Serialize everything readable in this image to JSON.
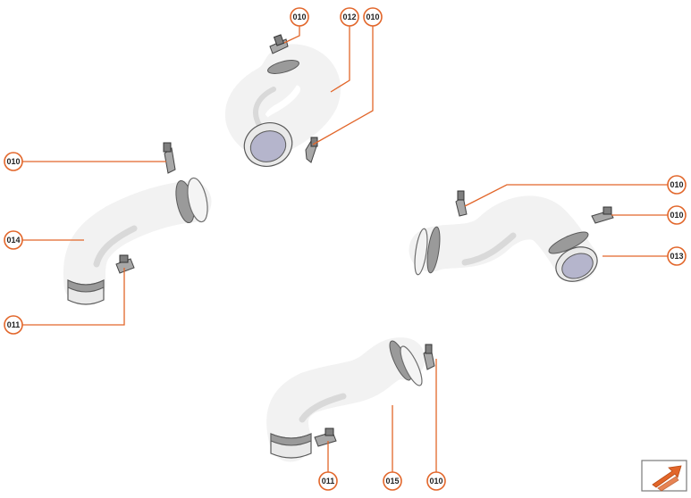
{
  "diagram": {
    "callouts": [
      "010",
      "012",
      "010",
      "010",
      "014",
      "011",
      "010",
      "010",
      "013",
      "011",
      "015",
      "010"
    ]
  },
  "colors": {
    "accent": "#e2662a",
    "part_outline": "#6e6e6e",
    "part_fill": "#f2f2f2"
  },
  "icons": {
    "navigation": "orange-arrow-icon"
  }
}
